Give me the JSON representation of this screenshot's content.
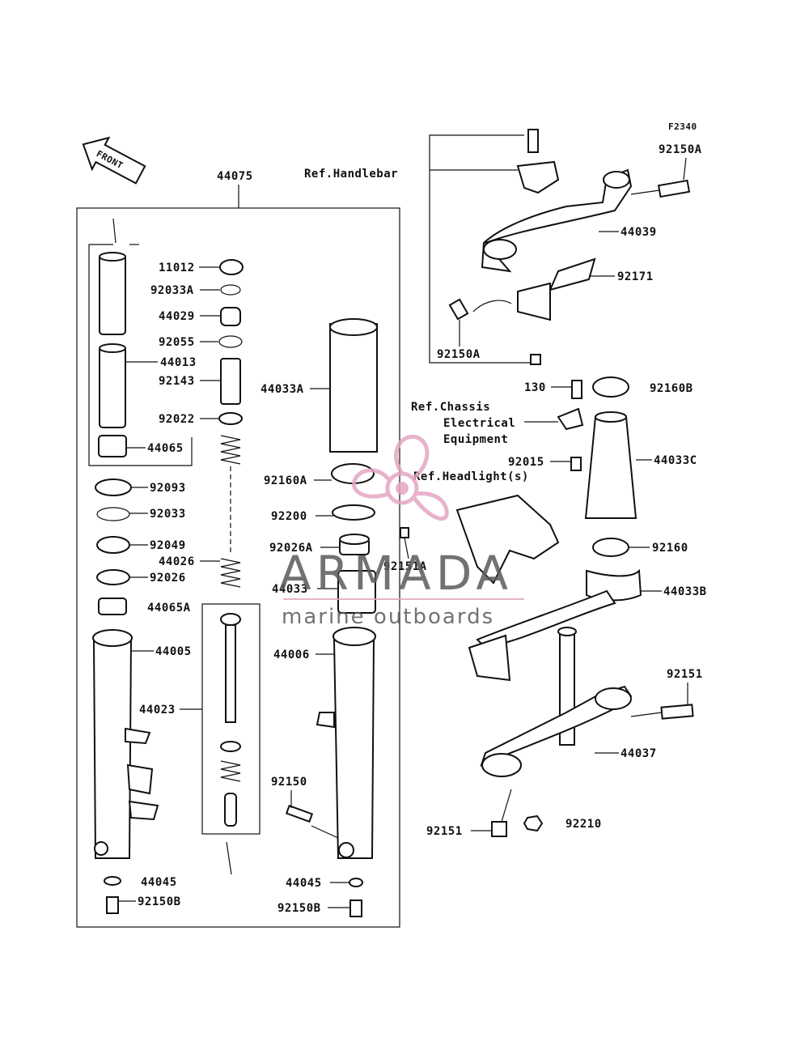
{
  "figure_code": "F2340",
  "front_label": "FRONT",
  "refs": {
    "handlebar": "Ref.Handlebar",
    "chassis_line1": "Ref.Chassis",
    "chassis_line2": "Electrical",
    "chassis_line3": "Equipment",
    "headlight": "Ref.Headlight(s)"
  },
  "parts": [
    "44075",
    "11012",
    "92033A",
    "44029",
    "92055",
    "44013",
    "92143",
    "92022",
    "44065",
    "92093",
    "92033",
    "92049",
    "44026",
    "92026",
    "44065A",
    "44005",
    "44023",
    "44045",
    "92150B",
    "44033A",
    "92160A",
    "92200",
    "92026A",
    "92151A",
    "44033",
    "44006",
    "92150",
    "44045",
    "92150B",
    "92150A",
    "44039",
    "92171",
    "92150A",
    "130",
    "92160B",
    "92015",
    "44033C",
    "92160",
    "44033B",
    "92151",
    "44037",
    "92151",
    "92210"
  ],
  "watermark": {
    "brand": "ARMADA",
    "tagline": "marine outboards",
    "brand_color": "#5a5a5a",
    "logo_color": "#e4a6c4"
  }
}
